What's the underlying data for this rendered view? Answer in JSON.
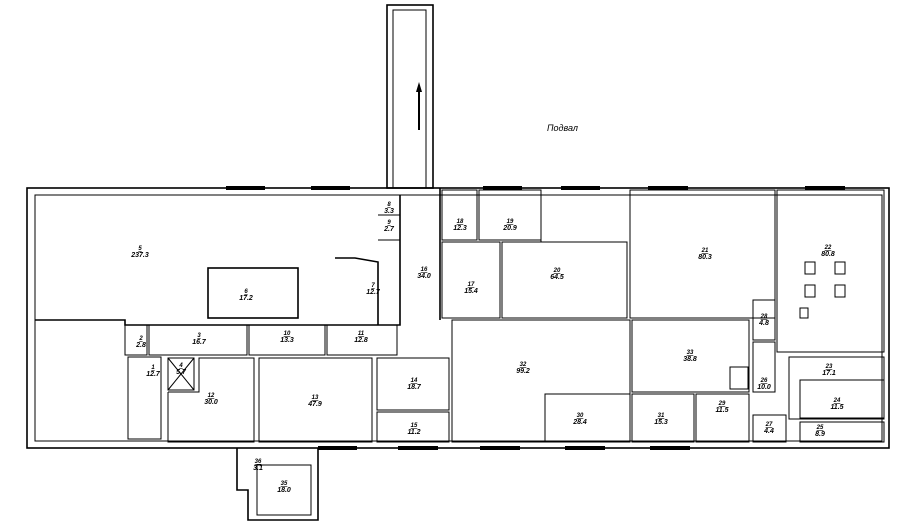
{
  "plan": {
    "label_basement": "Подвал",
    "rooms": [
      {
        "num": "5",
        "area": "237.3"
      },
      {
        "num": "6",
        "area": "17.2"
      },
      {
        "num": "7",
        "area": "12.7"
      },
      {
        "num": "8",
        "area": "3.3"
      },
      {
        "num": "9",
        "area": "2.7"
      },
      {
        "num": "16",
        "area": "34.0"
      },
      {
        "num": "2",
        "area": "2.8"
      },
      {
        "num": "3",
        "area": "16.7"
      },
      {
        "num": "10",
        "area": "13.3"
      },
      {
        "num": "11",
        "area": "12.8"
      },
      {
        "num": "1",
        "area": "12.7"
      },
      {
        "num": "4",
        "area": "5.7"
      },
      {
        "num": "12",
        "area": "30.0"
      },
      {
        "num": "13",
        "area": "47.9"
      },
      {
        "num": "14",
        "area": "18.7"
      },
      {
        "num": "15",
        "area": "11.2"
      },
      {
        "num": "18",
        "area": "12.3"
      },
      {
        "num": "19",
        "area": "20.9"
      },
      {
        "num": "17",
        "area": "15.4"
      },
      {
        "num": "20",
        "area": "64.5"
      },
      {
        "num": "21",
        "area": "80.3"
      },
      {
        "num": "22",
        "area": "80.8"
      },
      {
        "num": "32",
        "area": "99.2"
      },
      {
        "num": "33",
        "area": "38.8"
      },
      {
        "num": "30",
        "area": "28.4"
      },
      {
        "num": "31",
        "area": "15.3"
      },
      {
        "num": "29",
        "area": "11.5"
      },
      {
        "num": "28",
        "area": "4.8"
      },
      {
        "num": "26",
        "area": "10.0"
      },
      {
        "num": "27",
        "area": "4.4"
      },
      {
        "num": "23",
        "area": "17.1"
      },
      {
        "num": "24",
        "area": "11.5"
      },
      {
        "num": "25",
        "area": "8.9"
      },
      {
        "num": "35",
        "area": "18.0"
      },
      {
        "num": "36",
        "area": "3.1"
      }
    ]
  }
}
